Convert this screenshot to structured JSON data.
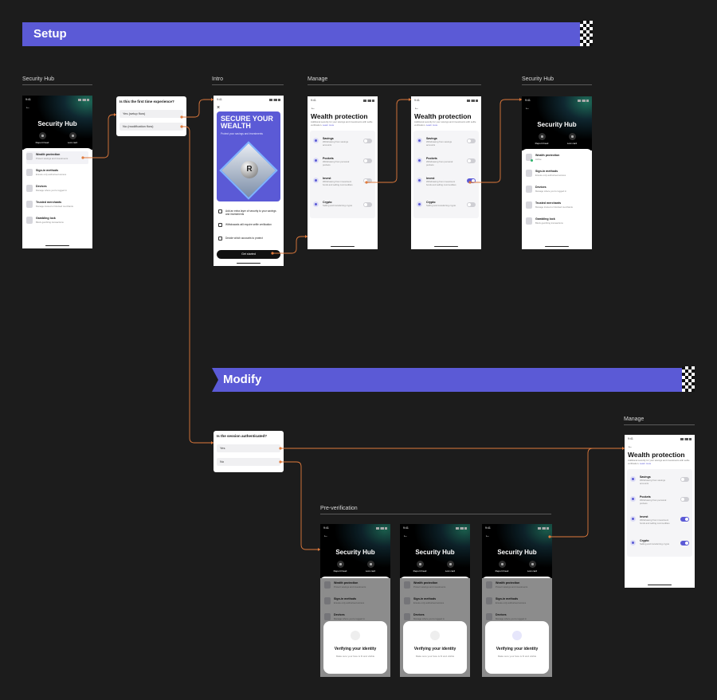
{
  "sections": {
    "setup": "Setup",
    "modify": "Modify"
  },
  "group_labels": {
    "hub_1": "Security Hub",
    "intro": "Intro",
    "manage_1": "Manage",
    "hub_2": "Security Hub",
    "manage_2": "Manage",
    "pre_verification": "Pre-verification"
  },
  "status_time": "9:41",
  "decisions": {
    "first_time": {
      "question": "Is this the first time experience?",
      "yes": "Yes (setup flow)",
      "no": "No (modification flow)"
    },
    "authenticated": {
      "question": "Is the session authenticated?",
      "yes": "Yes",
      "no": "No"
    }
  },
  "hub": {
    "title": "Security Hub",
    "actions": [
      "Report fraud",
      "Lost card"
    ],
    "items": [
      {
        "name": "Wealth protection",
        "desc": "Protect savings and investments"
      },
      {
        "name": "Sign-in methods",
        "desc": "Ensure only authorised access"
      },
      {
        "name": "Devices",
        "desc": "Manage where you're logged in"
      },
      {
        "name": "Trusted merchants",
        "desc": "Manage trusted or blocked merchants"
      },
      {
        "name": "Gambling lock",
        "desc": "Block gambling transactions"
      }
    ],
    "wealth_active_desc": "Active"
  },
  "intro": {
    "headline": "SECURE YOUR WEALTH",
    "subhead": "Protect your savings and investments",
    "coin_letter": "R",
    "bullets": [
      "Add an extra layer of security to your savings and investments",
      "Withdrawals will require selfie verification",
      "Decide which accounts to protect"
    ],
    "cta": "Get started"
  },
  "wealth": {
    "title": "Wealth protection",
    "desc": "Additional security for your savings and investments with selfie verification.",
    "learn_more": "Learn more",
    "rows": [
      {
        "name": "Savings",
        "desc": "Withdrawing from savings accounts"
      },
      {
        "name": "Pockets",
        "desc": "Withdrawing from personal pockets"
      },
      {
        "name": "Invest",
        "desc": "Withdrawing from investment funds and selling commodities"
      },
      {
        "name": "Crypto",
        "desc": "Selling and transferring crypto"
      }
    ]
  },
  "toggle_states": {
    "manage_1": [
      false,
      false,
      false,
      false
    ],
    "manage_2": [
      false,
      false,
      true,
      false
    ],
    "manage_3": [
      false,
      false,
      true,
      true
    ]
  },
  "verify": {
    "title": "Verifying your identity",
    "subtitles": [
      "Make sure your face is fit and visible",
      "Make sure your face is fit and visible",
      "Make sure your face is fit and visible"
    ]
  },
  "colors": {
    "accent": "#5b5ad6",
    "link": "#e07a3c",
    "background": "#1c1c1c"
  }
}
